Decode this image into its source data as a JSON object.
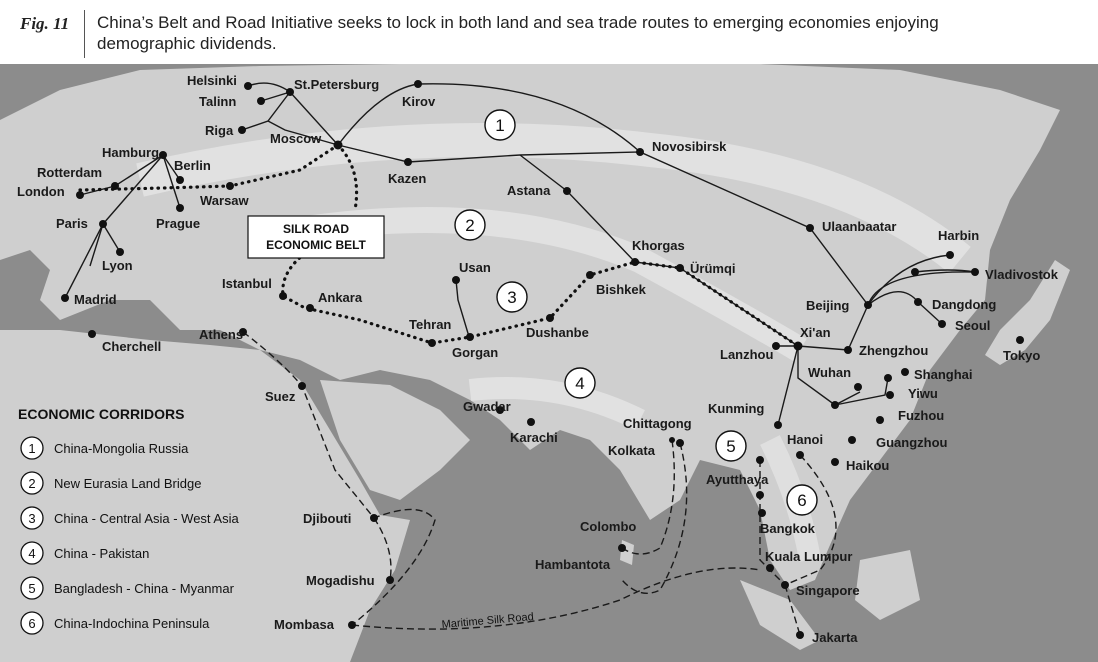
{
  "header": {
    "fig_label": "Fig. 11",
    "caption": "China’s Belt and Road Initiative seeks to lock in both land and sea trade routes to emerging economies enjoying demographic dividends."
  },
  "map": {
    "silk_road_box": {
      "line1": "SILK ROAD",
      "line2": "ECONOMIC BELT"
    },
    "maritime_label": "Maritime Silk Road",
    "corridor_numbers": [
      "1",
      "2",
      "3",
      "4",
      "5",
      "6"
    ],
    "cities": {
      "helsinki": "Helsinki",
      "talinn": "Talinn",
      "riga": "Riga",
      "stpetersburg": "St.Petersburg",
      "moscow": "Moscow",
      "kirov": "Kirov",
      "kazen": "Kazen",
      "novosibirsk": "Novosibirsk",
      "astana": "Astana",
      "hamburg": "Hamburg",
      "rotterdam": "Rotterdam",
      "london": "London",
      "berlin": "Berlin",
      "warsaw": "Warsaw",
      "prague": "Prague",
      "paris": "Paris",
      "lyon": "Lyon",
      "madrid": "Madrid",
      "cherchell": "Cherchell",
      "athens": "Athens",
      "istanbul": "Istanbul",
      "ankara": "Ankara",
      "tehran": "Tehran",
      "usan": "Usan",
      "gorgan": "Gorgan",
      "dushanbe": "Dushanbe",
      "bishkek": "Bishkek",
      "khorgas": "Khorgas",
      "urumqi": "Ürümqi",
      "ulaanbaatar": "Ulaanbaatar",
      "harbin": "Harbin",
      "vladivostok": "Vladivostok",
      "beijing": "Beijing",
      "dangdong": "Dangdong",
      "seoul": "Seoul",
      "tokyo": "Tokyo",
      "xian": "Xi'an",
      "lanzhou": "Lanzhou",
      "zhengzhou": "Zhengzhou",
      "wuhan": "Wuhan",
      "shanghai": "Shanghai",
      "yiwu": "Yiwu",
      "fuzhou": "Fuzhou",
      "guangzhou": "Guangzhou",
      "haikou": "Haikou",
      "hanoi": "Hanoi",
      "kunming": "Kunming",
      "chittagong": "Chittagong",
      "kolkata": "Kolkata",
      "gwadar": "Gwadar",
      "karachi": "Karachi",
      "ayutthaya": "Ayutthaya",
      "bangkok": "Bangkok",
      "kualalumpur": "Kuala Lumpur",
      "singapore": "Singapore",
      "jakarta": "Jakarta",
      "colombo": "Colombo",
      "hambantota": "Hambantota",
      "suez": "Suez",
      "djibouti": "Djibouti",
      "mogadishu": "Mogadishu",
      "mombasa": "Mombasa"
    }
  },
  "legend": {
    "title": "ECONOMIC CORRIDORS",
    "items": [
      {
        "num": "1",
        "label": "China-Mongolia Russia"
      },
      {
        "num": "2",
        "label": "New Eurasia Land Bridge"
      },
      {
        "num": "3",
        "label": "China - Central Asia - West Asia"
      },
      {
        "num": "4",
        "label": "China - Pakistan"
      },
      {
        "num": "5",
        "label": "Bangladesh - China - Myanmar"
      },
      {
        "num": "6",
        "label": "China-Indochina Peninsula"
      }
    ]
  },
  "colors": {
    "sea": "#8c8c8c",
    "land": "#cfcfcf",
    "land_light": "#e6e6e6",
    "route": "#1a1a1a"
  }
}
